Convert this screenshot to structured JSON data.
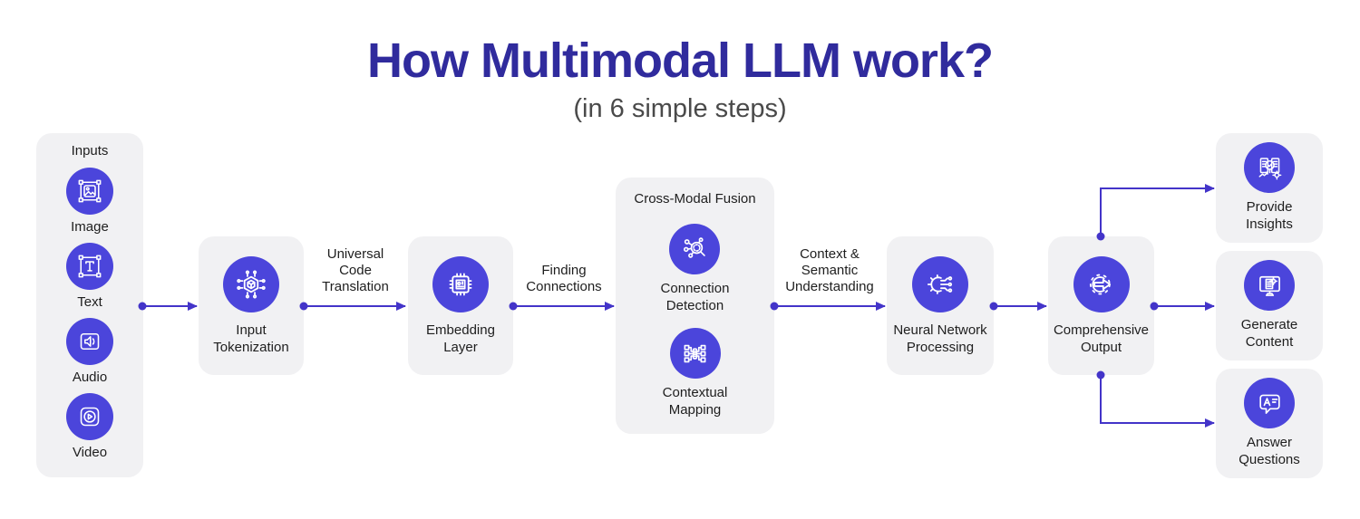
{
  "header": {
    "title": "How Multimodal LLM work?",
    "subtitle": "(in 6 simple steps)"
  },
  "inputs_panel": {
    "title": "Inputs",
    "items": [
      {
        "label": "Image",
        "icon": "image-icon"
      },
      {
        "label": "Text",
        "icon": "text-icon"
      },
      {
        "label": "Audio",
        "icon": "audio-icon"
      },
      {
        "label": "Video",
        "icon": "video-icon"
      }
    ]
  },
  "steps": {
    "tokenization": {
      "label": "Input\nTokenization",
      "icon": "tokenization-icon"
    },
    "embedding": {
      "label": "Embedding\nLayer",
      "icon": "chip-icon"
    },
    "neural": {
      "label": "Neural Network\nProcessing",
      "icon": "neural-network-icon"
    },
    "output": {
      "label": "Comprehensive\nOutput",
      "icon": "gear-arrow-icon"
    }
  },
  "fusion_panel": {
    "title": "Cross-Modal Fusion",
    "items": [
      {
        "label": "Connection\nDetection",
        "icon": "connection-detection-icon"
      },
      {
        "label": "Contextual\nMapping",
        "icon": "contextual-mapping-icon"
      }
    ]
  },
  "flow_labels": {
    "tokenization_to_embedding": "Universal\nCode\nTranslation",
    "embedding_to_fusion": "Finding\nConnections",
    "fusion_to_neural": "Context &\nSemantic\nUnderstanding"
  },
  "outputs": {
    "items": [
      {
        "label": "Provide\nInsights",
        "icon": "insights-icon"
      },
      {
        "label": "Generate\nContent",
        "icon": "generate-content-icon"
      },
      {
        "label": "Answer\nQuestions",
        "icon": "answer-questions-icon"
      }
    ]
  },
  "colors": {
    "accent": "#4B45DB",
    "arrow": "#4334C9",
    "panel_bg": "#F1F1F3",
    "title_color": "#302B9D",
    "subtitle_color": "#4A4A4A",
    "text_color": "#1E1E1E"
  }
}
